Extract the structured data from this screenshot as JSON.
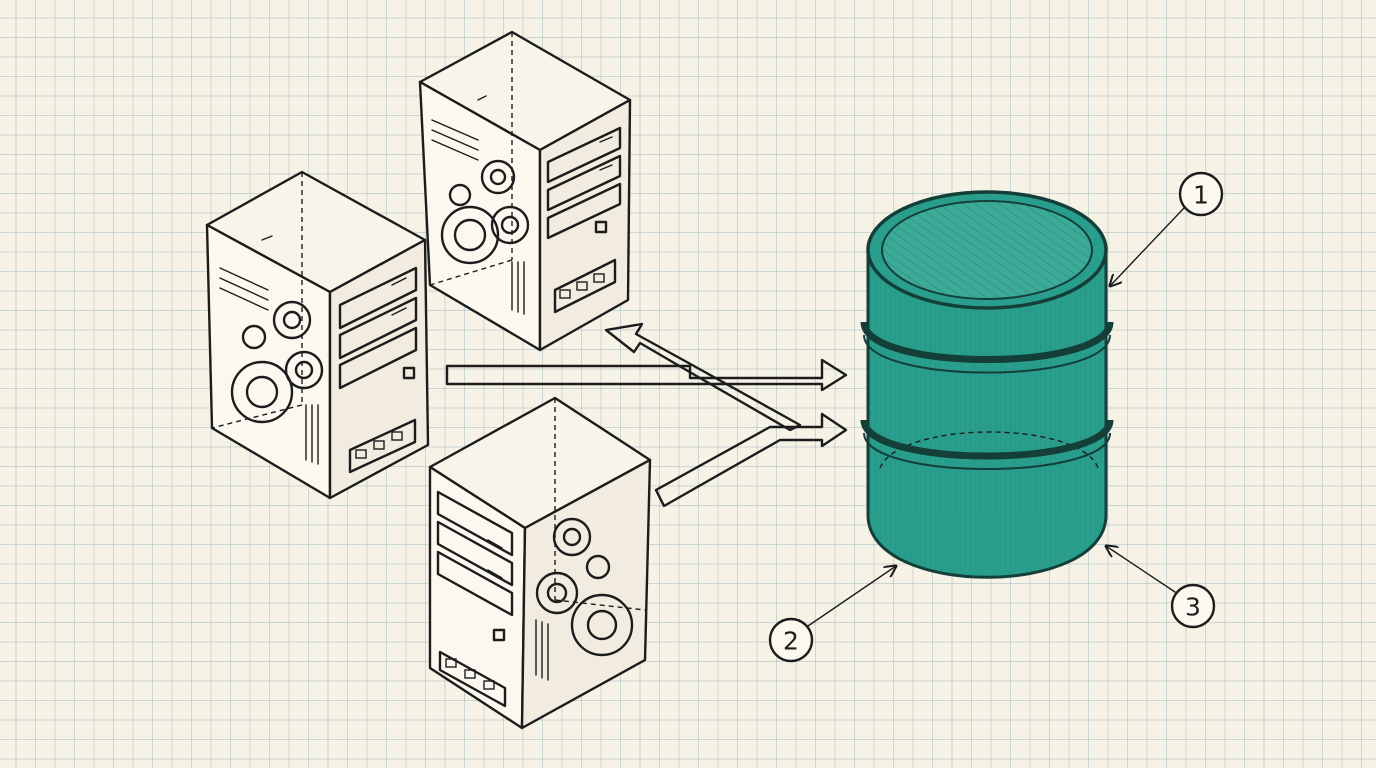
{
  "diagram": {
    "servers": [
      {
        "id": "server-left"
      },
      {
        "id": "server-top"
      },
      {
        "id": "server-bottom"
      }
    ],
    "storage": {
      "shape": "barrel",
      "color": "#2a9e8c",
      "bands": 2
    },
    "callouts": [
      {
        "label": "1",
        "points_to": "barrel-top-rim"
      },
      {
        "label": "2",
        "points_to": "barrel-bottom-left"
      },
      {
        "label": "3",
        "points_to": "barrel-bottom-right"
      }
    ]
  }
}
